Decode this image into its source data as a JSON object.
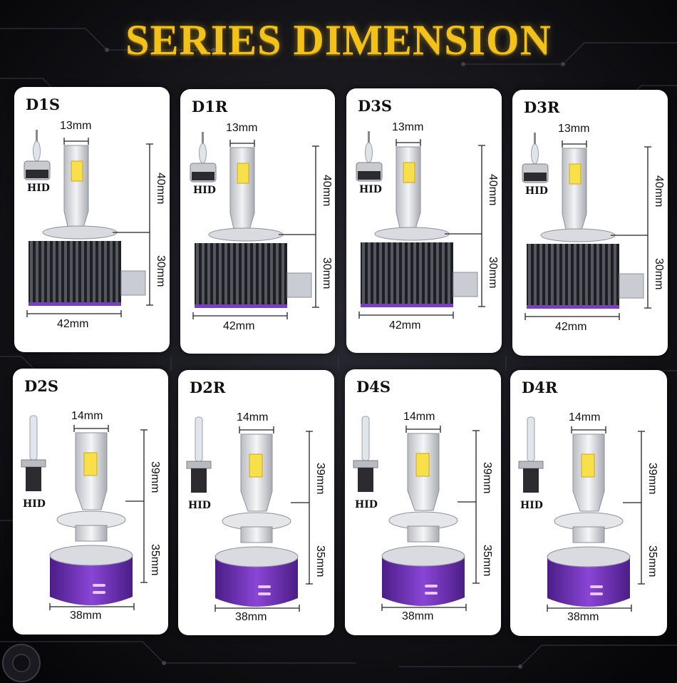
{
  "title": "SERIES DIMENSION",
  "hid_label": "HID",
  "top_row": [
    {
      "name": "D1S",
      "width": "13mm",
      "upper": "40mm",
      "lower": "30mm",
      "base": "42mm"
    },
    {
      "name": "D1R",
      "width": "13mm",
      "upper": "40mm",
      "lower": "30mm",
      "base": "42mm"
    },
    {
      "name": "D3S",
      "width": "13mm",
      "upper": "40mm",
      "lower": "30mm",
      "base": "42mm"
    },
    {
      "name": "D3R",
      "width": "13mm",
      "upper": "40mm",
      "lower": "30mm",
      "base": "42mm"
    }
  ],
  "bottom_row": [
    {
      "name": "D2S",
      "width": "14mm",
      "upper": "39mm",
      "lower": "35mm",
      "base": "38mm"
    },
    {
      "name": "D2R",
      "width": "14mm",
      "upper": "39mm",
      "lower": "35mm",
      "base": "38mm"
    },
    {
      "name": "D4S",
      "width": "14mm",
      "upper": "39mm",
      "lower": "35mm",
      "base": "38mm"
    },
    {
      "name": "D4R",
      "width": "14mm",
      "upper": "39mm",
      "lower": "35mm",
      "base": "38mm"
    }
  ],
  "colors": {
    "title": "#f2c21a",
    "purple_base": "#6b2fa8",
    "led_chip": "#f7e04a",
    "background": "#0d0d10"
  }
}
